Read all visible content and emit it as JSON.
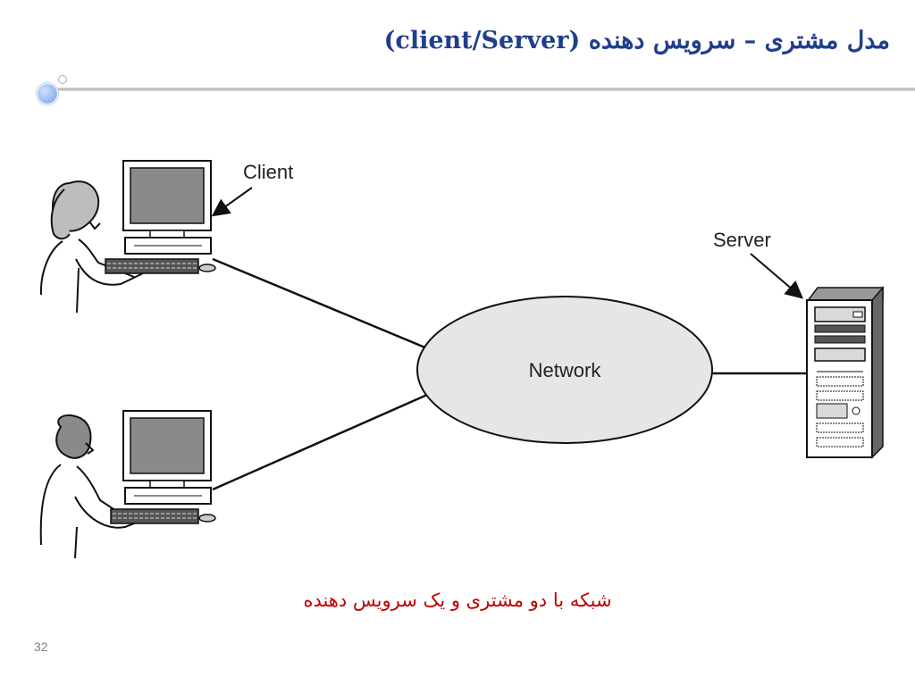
{
  "slide": {
    "title": "مدل مشتری – سرویس دهنده (client/Server)",
    "caption": "شبکه با دو مشتری و یک سرویس دهنده",
    "page_number": "32"
  },
  "diagram": {
    "client_label": "Client",
    "server_label": "Server",
    "network_label": "Network"
  },
  "colors": {
    "title": "#1F3E8C",
    "caption": "#C00000",
    "network_fill": "#E6E6E6",
    "line": "#111111"
  },
  "icons": [
    "person-icon",
    "computer-icon",
    "server-tower-icon",
    "bullet-circle-icon"
  ]
}
